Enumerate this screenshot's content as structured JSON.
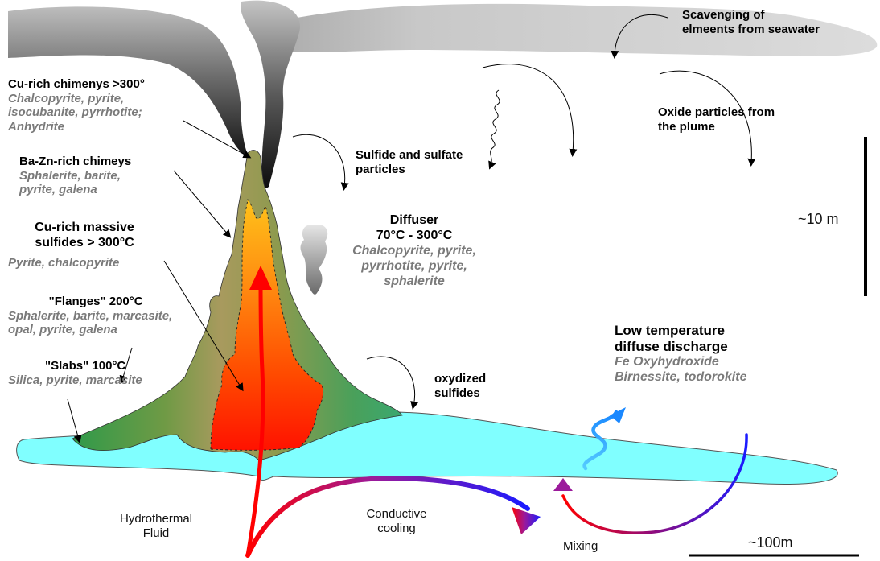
{
  "diagram": {
    "scavenging": [
      "Scavenging of",
      "elmeents from seawater"
    ],
    "oxide_particles": [
      "Oxide particles from",
      "the plume"
    ],
    "sulfide_particles": [
      "Sulfide and sulfate",
      "particles"
    ],
    "scale_vertical": "~10 m",
    "scale_horizontal": "~100m",
    "cu_chimneys": {
      "title": "Cu-rich chimenys  >300°",
      "minerals": [
        "Chalcopyrite, pyrite,",
        "isocubanite, pyrrhotite;",
        "Anhydrite"
      ]
    },
    "ba_zn_chimneys": {
      "title": "Ba-Zn-rich chimeys",
      "minerals": [
        "Sphalerite, barite,",
        "pyrite, galena"
      ]
    },
    "cu_massive": {
      "title": [
        "Cu-rich massive",
        "sulfides > 300°C"
      ],
      "minerals": [
        "Pyrite, chalcopyrite"
      ]
    },
    "flanges": {
      "title": "\"Flanges\" 200°C",
      "minerals": [
        "Sphalerite, barite, marcasite,",
        "opal, pyrite, galena"
      ]
    },
    "slabs": {
      "title": "\"Slabs\" 100°C",
      "minerals": [
        "Silica, pyrite, marcasite"
      ]
    },
    "diffuser": {
      "title": [
        "Diffuser",
        "70°C - 300°C"
      ],
      "minerals": [
        "Chalcopyrite, pyrite,",
        "pyrrhotite, pyrite,",
        "sphalerite"
      ]
    },
    "low_temp": {
      "title": [
        "Low temperature",
        "diffuse discharge"
      ],
      "minerals": [
        "Fe Oxyhydroxide",
        "Birnessite, todorokite"
      ]
    },
    "oxidized": [
      "oxydized",
      "sulfides"
    ],
    "hydrothermal": [
      "Hydrothermal",
      "Fluid"
    ],
    "conductive": [
      "Conductive",
      "cooling"
    ],
    "mixing": "Mixing",
    "colors": {
      "water": "#80ffff",
      "mound_green": "#5f8f3c",
      "mound_olive": "#a89a5e",
      "core_red": "#ff1a00",
      "core_orange": "#ff8c1a",
      "plume_dark": "#1a1a1a",
      "mineral_text": "#7a7a7a",
      "fluid_hot": "#ff0000",
      "fluid_cold": "#1a1aff",
      "fluid_diffuse": "#33aaff"
    }
  }
}
